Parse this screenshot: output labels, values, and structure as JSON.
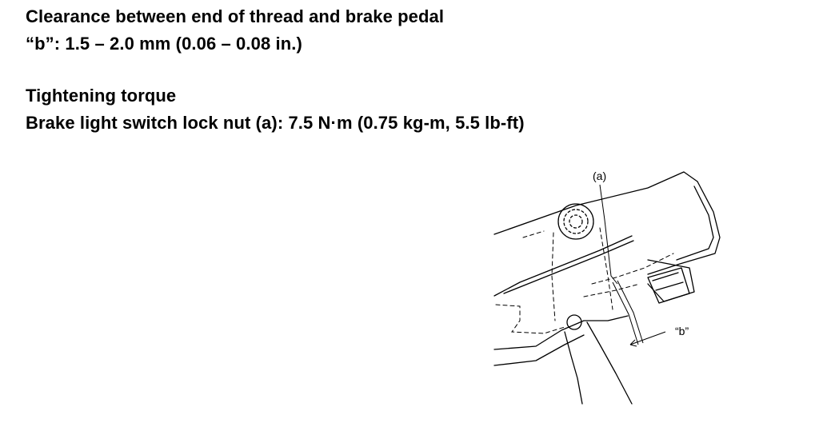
{
  "spec": {
    "clearance_heading": "Clearance between end of thread and brake pedal",
    "clearance_value": "“b”: 1.5 – 2.0 mm (0.06 – 0.08 in.)",
    "torque_heading": "Tightening torque",
    "torque_value": "Brake light switch lock nut (a):  7.5 N·m (0.75 kg-m, 5.5 lb-ft)"
  },
  "figure": {
    "label_a": "(a)",
    "label_b": "“b”"
  }
}
